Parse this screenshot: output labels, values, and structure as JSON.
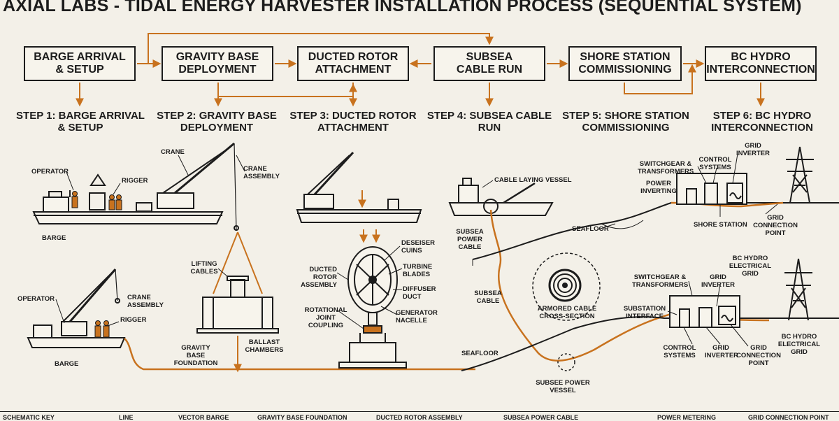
{
  "title": "AXIAL LABS - TIDAL ENERGY HARVESTER INSTALLATION PROCESS (SEQUENTIAL SYSTEM)",
  "colors": {
    "accent": "#c8721e",
    "ink": "#1c1c1c",
    "paper": "#f3f0e8"
  },
  "stages": [
    "BARGE ARRIVAL\n& SETUP",
    "GRAVITY BASE\nDEPLOYMENT",
    "DUCTED ROTOR\nATTACHMENT",
    "SUBSEA\nCABLE RUN",
    "SHORE STATION\nCOMMISSIONING",
    "BC HYDRO\nINTERCONNECTION"
  ],
  "steps": [
    "STEP 1: BARGE ARRIVAL\n& SETUP",
    "STEP 2: GRAVITY BASE\nDEPLOYMENT",
    "STEP 3: DUCTED ROTOR\nATTACHMENT",
    "STEP 4: SUBSEA CABLE\nRUN",
    "STEP 5: SHORE STATION\nCOMMISSIONING",
    "STEP 6: BC HYDRO\nINTERCONNECTION"
  ],
  "labels": {
    "operator_1": "OPERATOR",
    "rigger_1": "RIGGER",
    "crane_1": "CRANE",
    "crane_assembly_1": "CRANE\nASSEMBLY",
    "barge_1": "BARGE",
    "operator_2": "OPERATOR",
    "crane_assembly_2": "CRANE\nASSEMBLY",
    "rigger_2": "RIGGER",
    "barge_2": "BARGE",
    "lifting_cables": "LIFTING\nCABLES",
    "gravity_base_foundation": "GRAVITY BASE\nFOUNDATION",
    "ballast_chambers": "BALLAST\nCHAMBERS",
    "ducted_rotor_assembly": "DUCTED\nROTOR\nASSEMBLY",
    "rotational_joint": "ROTATIONAL\nJOINT COUPLING",
    "deseiser_cuins": "DESEISER\nCUINS",
    "turbine_blades": "TURBINE\nBLADES",
    "diffuser_duct": "DIFFUSER\nDUCT",
    "generator_nacelle": "GENERATOR\nNACELLE",
    "cable_laying_vessel": "CABLE LAYING VESSEL",
    "subsea_power_cable": "SUBSEA\nPOWER\nCABLE",
    "subsea_cable": "SUBSEA\nCABLE",
    "seafloor_1": "SEAFLOOR",
    "seafloor_2": "SEAFLOOR",
    "armored_cable": "ARMORED CABLE\nCROSS-SECTION",
    "subsee_power_vessel": "SUBSEE POWER\nVESSEL",
    "switchgear_1": "SWITCHGEAR &\nTRANSFORMERS",
    "control_systems_1": "CONTROL\nSYSTEMS",
    "grid_inverter_1": "GRID\nINVERTER",
    "power_inverting": "POWER\nINVERTING",
    "shore_station": "SHORE STATION",
    "grid_connection_point_1": "GRID\nCONNECTION\nPOINT",
    "bc_hydro_grid_1": "BC HYDRO\nELECTRICAL\nGRID",
    "switchgear_2": "SWITCHGEAR &\nTRANSFORMERS",
    "grid_inverter_2": "GRID\nINVERTER",
    "substation_interface": "SUBSTATION\nINTERFACE",
    "control_systems_2": "CONTROL\nSYSTEMS",
    "grid_inverter_3": "GRID\nINVERTER",
    "grid_connection_point_2": "GRID\nCONNECTION\nPOINT",
    "bc_hydro_grid_2": "BC HYDRO\nELECTRICAL\nGRID"
  },
  "key": {
    "title": "SCHEMATIC KEY",
    "line": "LINE",
    "vector_barge": "VECTOR BARGE",
    "gravity_base": "GRAVITY BASE FOUNDATION",
    "ducted_rotor": "DUCTED ROTOR ASSEMBLY",
    "subsea_power_cable": "SUBSEA POWER CABLE",
    "power_metering": "POWER METERING",
    "grid_connection_point": "GRID CONNECTION POINT"
  }
}
